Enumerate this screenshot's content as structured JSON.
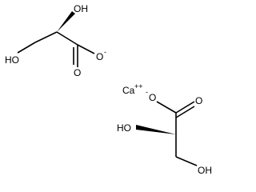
{
  "molecule": {
    "anion_1": {
      "hydroxyl_top": "OH",
      "hydroxyl_left": "HO",
      "carbonyl_oxygen": "O",
      "carboxylate_oxygen": "O",
      "carboxylate_charge": "-"
    },
    "cation": {
      "symbol": "Ca",
      "charge": "++"
    },
    "anion_2": {
      "carboxylate_oxygen": "O",
      "carboxylate_charge": "-",
      "carbonyl_oxygen": "O",
      "hydroxyl_left": "HO",
      "hydroxyl_bottom": "OH"
    }
  },
  "colors": {
    "ink": "#000000",
    "background": "#ffffff"
  }
}
